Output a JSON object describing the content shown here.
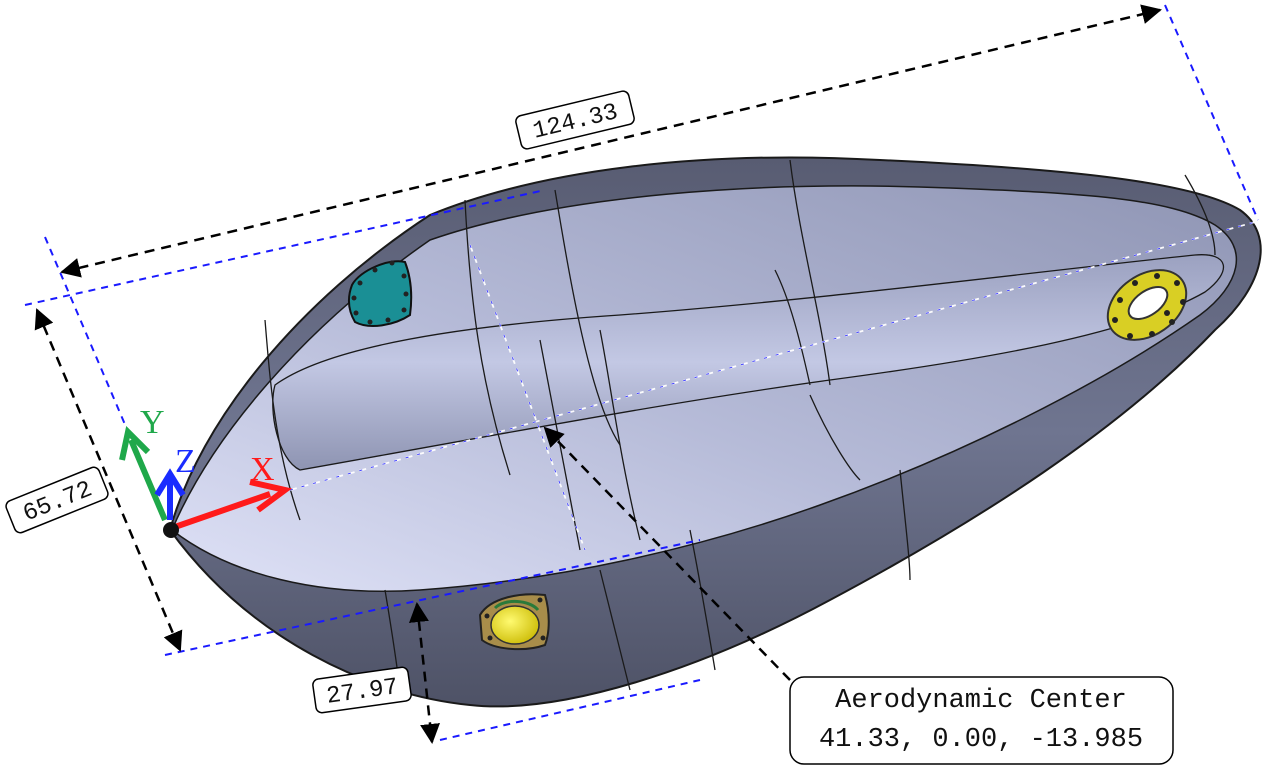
{
  "dimensions": {
    "length": "124.33",
    "width": "65.72",
    "depth": "27.97"
  },
  "axes": {
    "x_label": "X",
    "y_label": "Y",
    "z_label": "Z",
    "x_color": "#ff1a1a",
    "y_color": "#1fa84a",
    "z_color": "#1a2cff"
  },
  "callout": {
    "title": "Aerodynamic Center",
    "coords": "41.33, 0.00, -13.985"
  },
  "colors": {
    "body": "#6d7288",
    "interior_light": "#c9cde8",
    "construction_lines": "#1a1aff",
    "hatch_teal": "#1a8f95",
    "hatch_yellow": "#d9cf24"
  },
  "icons": {
    "teal_hatch": "access-panel-icon",
    "yellow_ring": "mount-ring-icon",
    "yellow_light": "light-fixture-icon"
  }
}
